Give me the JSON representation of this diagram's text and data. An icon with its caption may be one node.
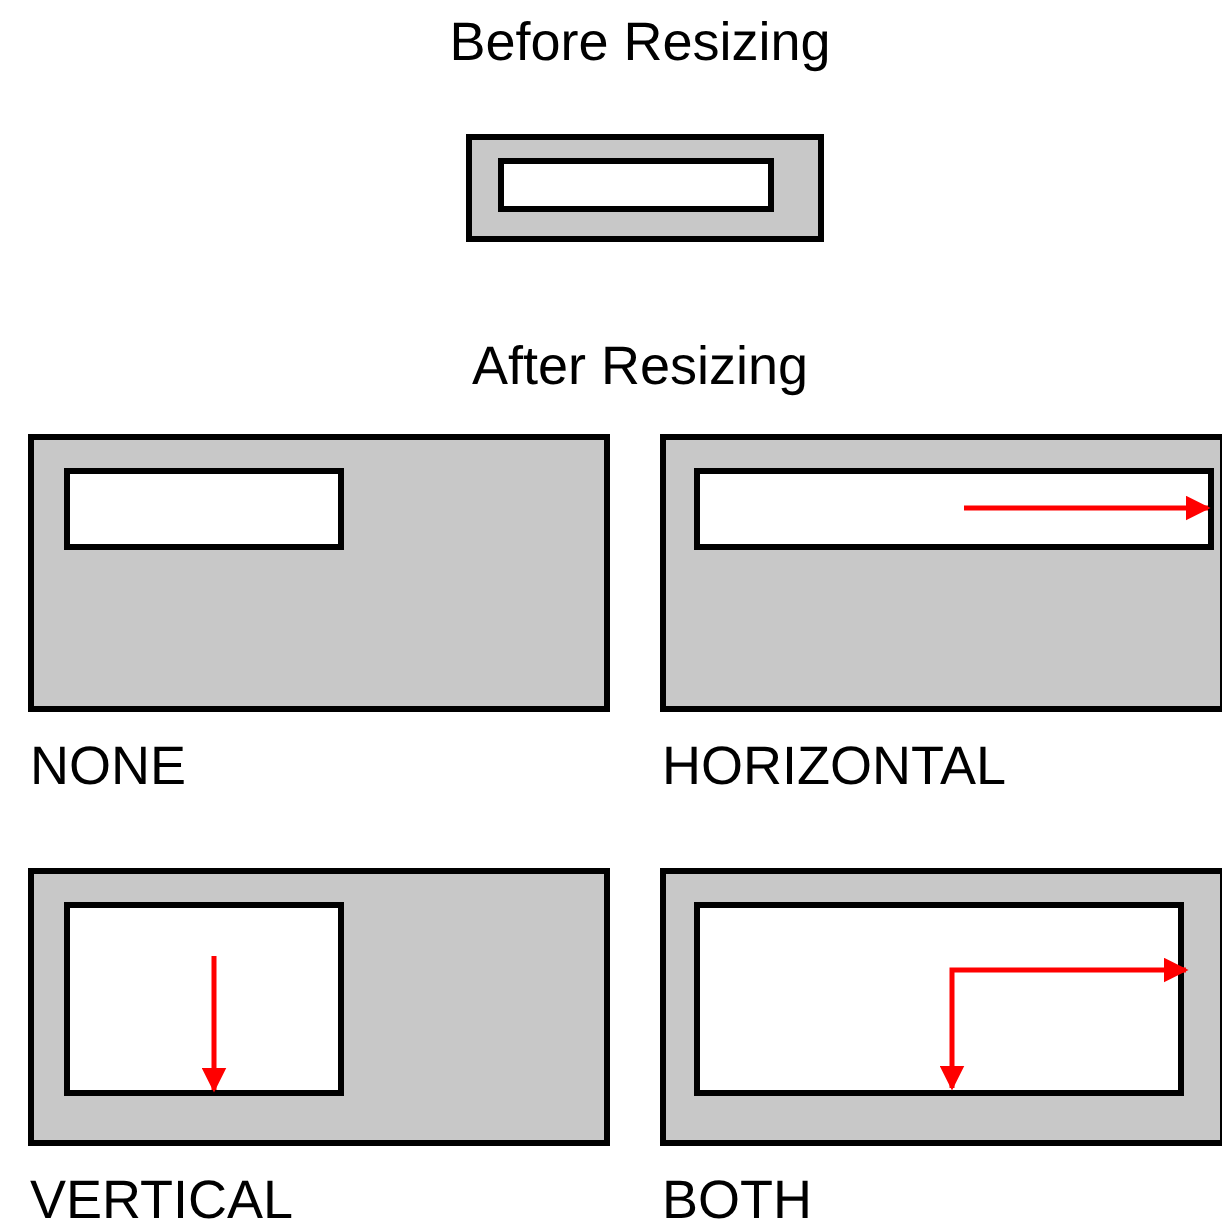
{
  "diagram": {
    "title": "Before Resizing",
    "nodes": [
      {
        "text": [],
        "shape": "box"
      },
      {
        "text": [],
        "shape": "box",
        "in": 0
      },
      {
        "text": [],
        "shape": "box",
        "beside": [
          "NONE"
        ]
      },
      {
        "text": [],
        "shape": "box",
        "in": 2
      },
      {
        "text": [],
        "shape": "box",
        "beside": [
          "HORIZONTAL"
        ]
      },
      {
        "text": [],
        "shape": "box",
        "in": 4
      },
      {
        "text": [],
        "shape": "box",
        "beside": [
          "VERTICAL"
        ]
      },
      {
        "text": [],
        "shape": "box",
        "in": 6
      },
      {
        "text": [],
        "shape": "box",
        "beside": [
          "BOTH"
        ]
      },
      {
        "text": [],
        "shape": "box",
        "in": 8
      }
    ],
    "labels": [
      "After Resizing"
    ]
  }
}
